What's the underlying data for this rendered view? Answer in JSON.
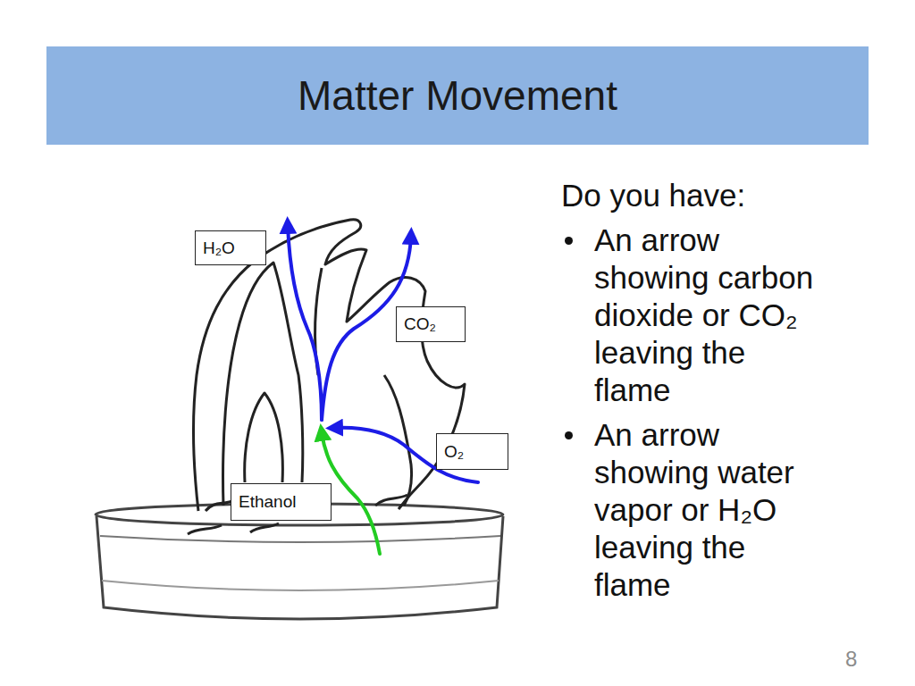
{
  "diagram": {
    "title": "Matter Movement",
    "nodes": [
      {
        "text": [
          "H₂O"
        ]
      },
      {
        "text": [
          "CO₂"
        ]
      },
      {
        "text": [
          "O₂"
        ]
      },
      {
        "text": [
          "Ethanol"
        ]
      }
    ],
    "labels": [
      "Do you have:",
      "An arrow showing carbon dioxide or CO₂ leaving the flame",
      "An arrow showing water vapor or H₂O leaving the flame",
      "8"
    ]
  }
}
